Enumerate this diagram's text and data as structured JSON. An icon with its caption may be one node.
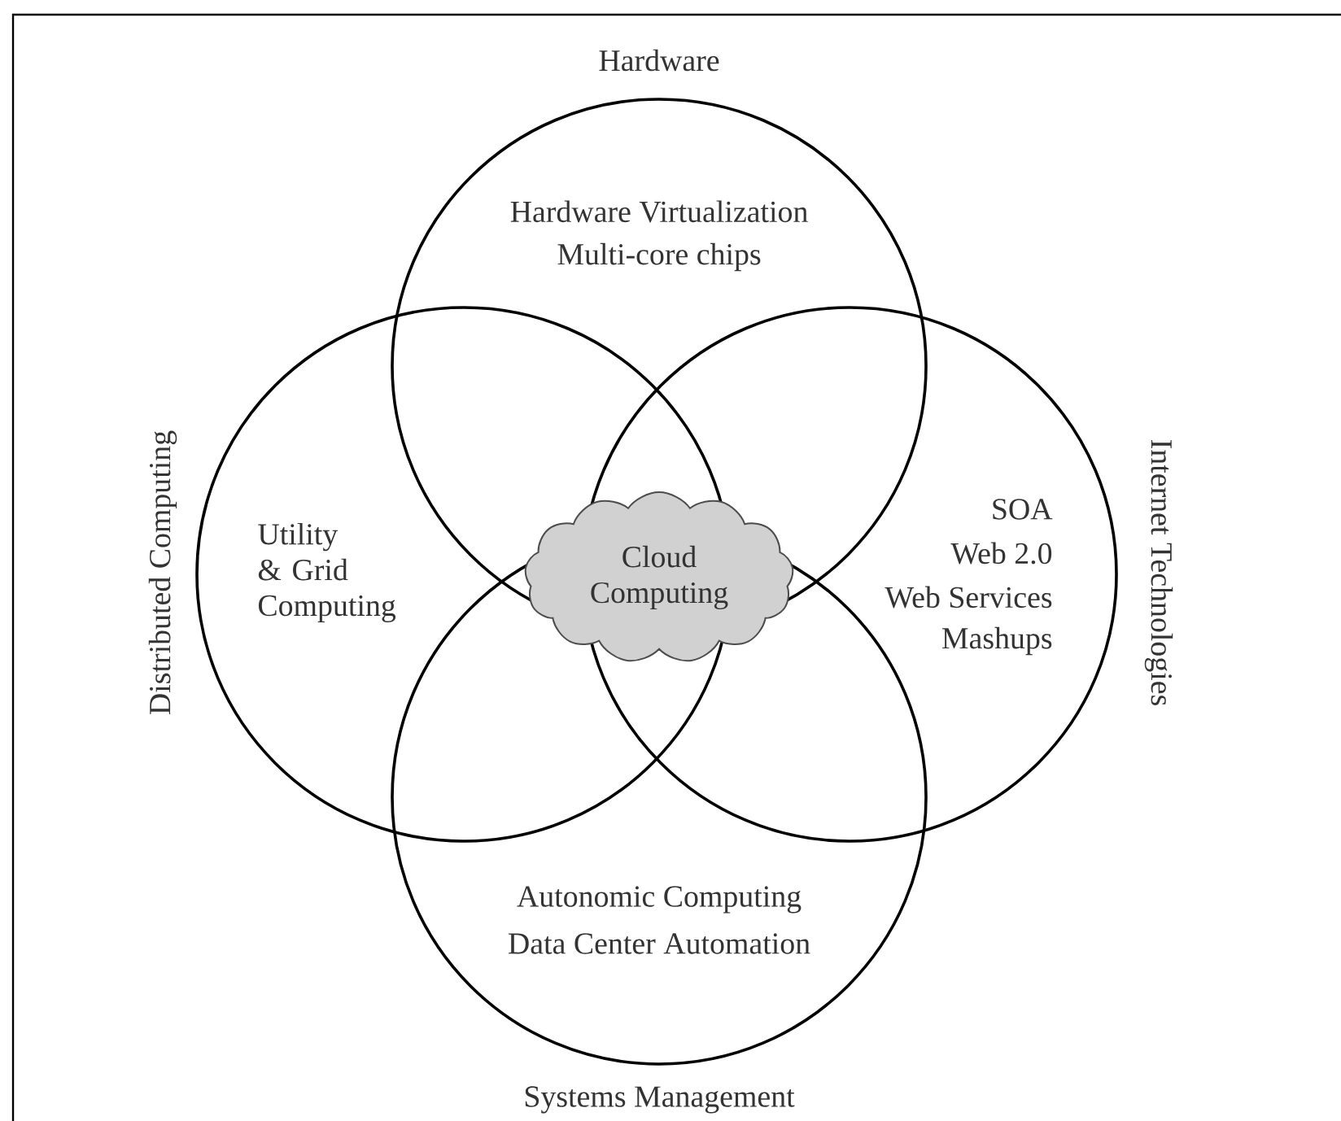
{
  "diagram": {
    "nodes": [
      {
        "text": [
          "Hardware",
          "Hardware Virtualization",
          "Multi-core chips"
        ]
      },
      {
        "text": [
          "Distributed Computing",
          "Utility & Grid Computing"
        ]
      },
      {
        "text": [
          "Cloud Computing"
        ]
      },
      {
        "text": [
          "Internet Technologies",
          "SOA",
          "Web 2.0",
          "Web Services",
          "Mashups"
        ]
      },
      {
        "text": [
          "Autonomic Computing",
          "Data Center Automation",
          "Systems Management"
        ]
      }
    ]
  }
}
